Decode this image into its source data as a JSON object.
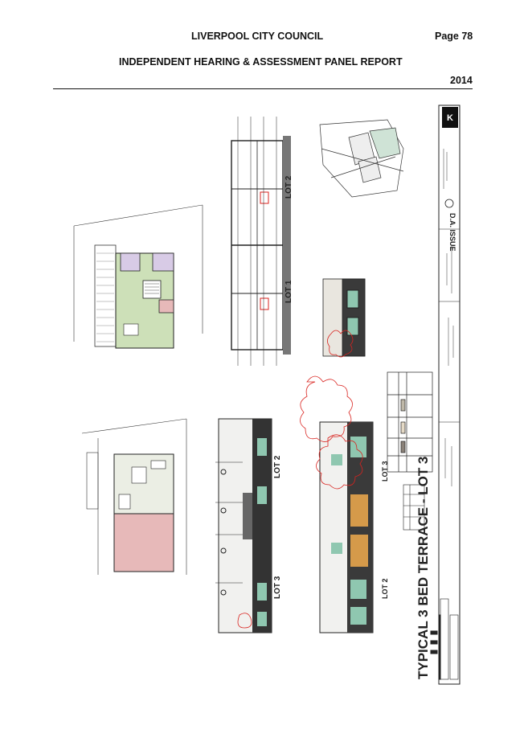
{
  "header": {
    "council": "LIVERPOOL CITY COUNCIL",
    "page": "Page 78",
    "report_title": "INDEPENDENT HEARING & ASSESSMENT PANEL REPORT",
    "year": "2014"
  },
  "drawing": {
    "sheet_title": "TYPICAL 3 BED TERRACE - LOT 3",
    "lot_labels": {
      "lot1": "LOT 1",
      "lot2": "LOT 2",
      "lot2b": "LOT 2",
      "lot3": "LOT 3",
      "lot3b": "LOT 3",
      "lot2c": "LOT 2"
    },
    "da_issue": "D.A. ISSUE",
    "colors": {
      "green_room": "#cde0b8",
      "pink_room": "#e7b9b9",
      "lilac_room": "#d8cbe6",
      "orange_panel": "#d59a4a",
      "teal_window": "#8fc7b0",
      "revision_cloud": "#d9231f",
      "line": "#222222"
    }
  }
}
